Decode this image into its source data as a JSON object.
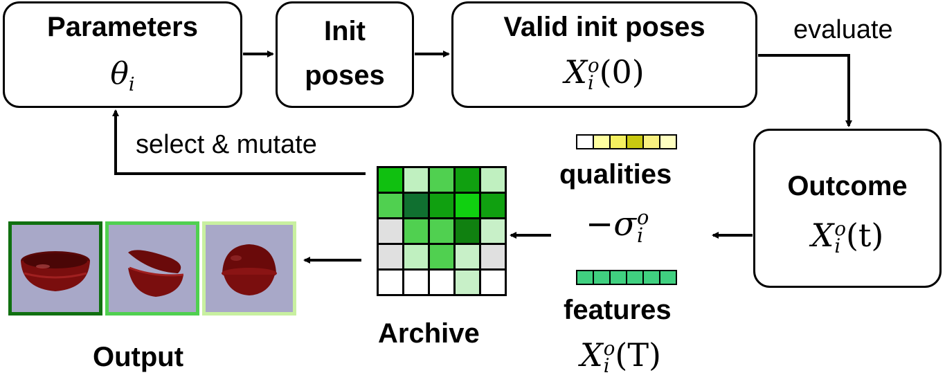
{
  "boxes": {
    "parameters": {
      "title": "Parameters",
      "var": "θ",
      "sub": "i"
    },
    "init_poses": {
      "line1": "Init",
      "line2": "poses"
    },
    "valid_init": {
      "title": "Valid init poses",
      "var": "X",
      "sup": "o",
      "sub": "i",
      "arg": "(0)"
    },
    "outcome": {
      "title": "Outcome",
      "var": "X",
      "sup": "o",
      "sub": "i",
      "arg": "(t)"
    }
  },
  "labels": {
    "evaluate": "evaluate",
    "select_mutate": "select & mutate",
    "qualities": "qualities",
    "sigma": {
      "prefix": "−σ",
      "sup": "o",
      "sub": "i"
    },
    "features": "features",
    "features_var": {
      "var": "X",
      "sup": "o",
      "sub": "i",
      "arg": "(T)"
    },
    "archive": "Archive",
    "output": "Output"
  },
  "colors": {
    "qualities_bar": [
      "#ffffff",
      "#ffffa0",
      "#f4f060",
      "#c8c810",
      "#f8f080",
      "#ffffc0"
    ],
    "features_bar": [
      "#40d080",
      "#40d080",
      "#40d080",
      "#40d080",
      "#40d080",
      "#40d080"
    ],
    "archive_grid": [
      [
        "#10c010",
        "#c0f0c0",
        "#50d050",
        "#10a010",
        "#c0f0c0"
      ],
      [
        "#50d050",
        "#107030",
        "#10a010",
        "#10d010",
        "#10a010"
      ],
      [
        "#e0e0e0",
        "#50d050",
        "#50d050",
        "#108010",
        "#c8f0c8"
      ],
      [
        "#e0e0e0",
        "#c0f0c0",
        "#50d050",
        "#c8f0c8",
        "#e0e0e0"
      ],
      [
        "#ffffff",
        "#ffffff",
        "#ffffff",
        "#c8f0c8",
        "#ffffff"
      ]
    ],
    "output_frames": [
      "#107010",
      "#50d050",
      "#c8f0a0"
    ],
    "bowl": "#7a0e0e",
    "photo_bg": "#a8a8c8"
  }
}
